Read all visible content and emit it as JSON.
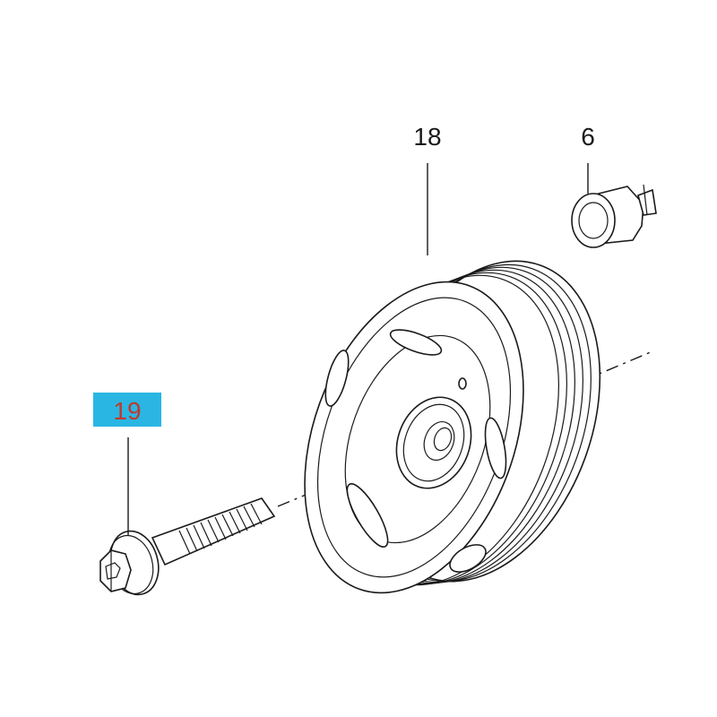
{
  "callouts": [
    {
      "id": "pulley",
      "label": "18",
      "highlighted": false
    },
    {
      "id": "sensor",
      "label": "6",
      "highlighted": false
    },
    {
      "id": "bolt",
      "label": "19",
      "highlighted": true
    }
  ],
  "colors": {
    "highlight_bg": "#29b6e3",
    "highlight_text": "#c0392b",
    "line": "#1a1a1a"
  }
}
